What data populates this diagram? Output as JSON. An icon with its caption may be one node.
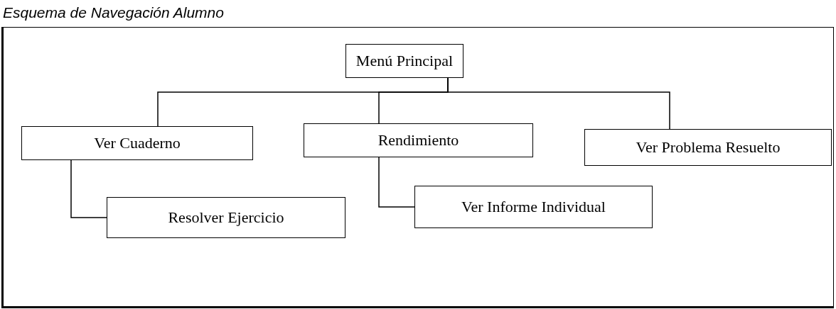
{
  "diagram": {
    "title": "Esquema de Navegación Alumno",
    "nodes": [
      {
        "text": [
          "Menú Principal"
        ]
      },
      {
        "text": [
          "Ver Cuaderno"
        ]
      },
      {
        "text": [
          "Rendimiento"
        ]
      },
      {
        "text": [
          "Ver Problema Resuelto"
        ]
      },
      {
        "text": [
          "Resolver Ejercicio"
        ]
      },
      {
        "text": [
          "Ver Informe Individual"
        ]
      }
    ],
    "edges": [
      {
        "from": 0,
        "to": 1,
        "arrow": "none"
      },
      {
        "from": 0,
        "to": 2,
        "arrow": "none"
      },
      {
        "from": 0,
        "to": 3,
        "arrow": "none"
      },
      {
        "from": 1,
        "to": 4,
        "arrow": "none"
      },
      {
        "from": 2,
        "to": 5,
        "arrow": "none"
      }
    ]
  }
}
